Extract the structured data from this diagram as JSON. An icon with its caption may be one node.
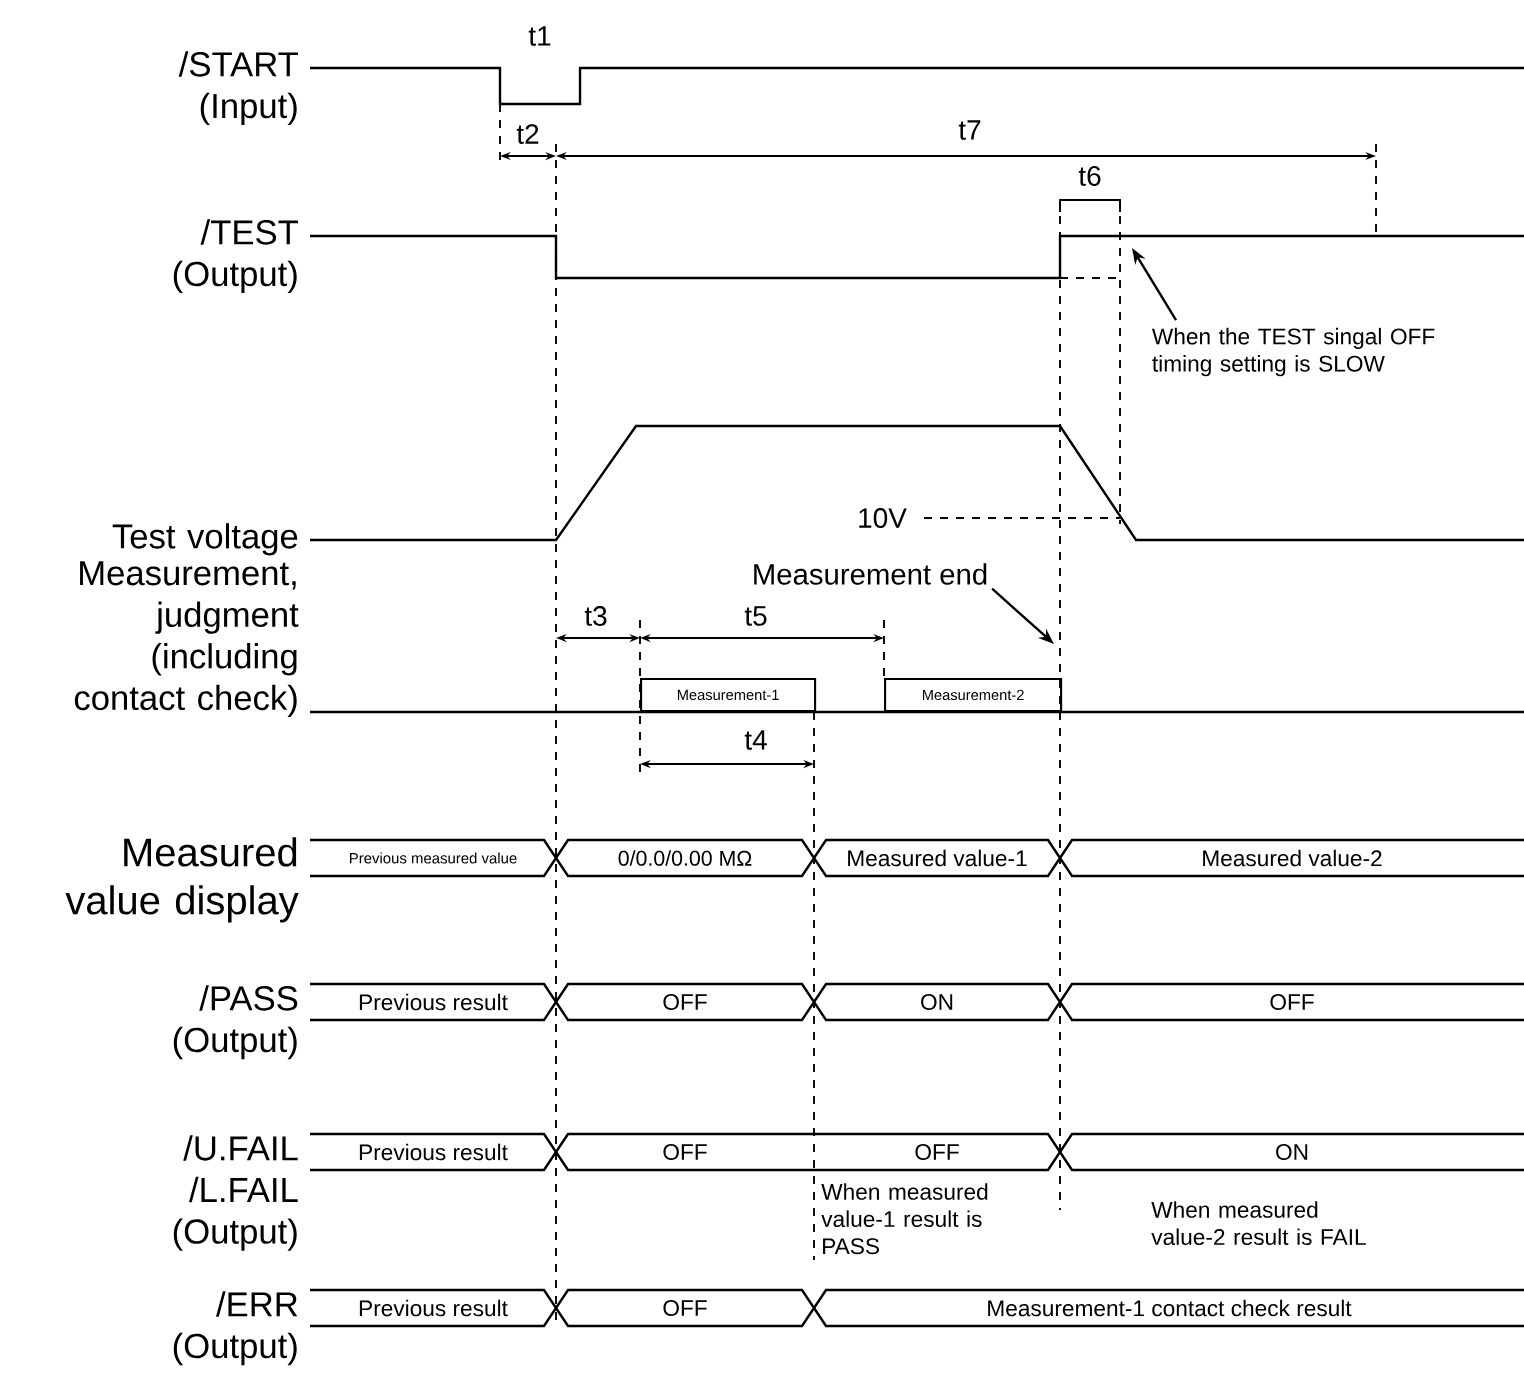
{
  "diagram": {
    "nodes": [
      {
        "text": [
          "When the TEST singal OFF timing setting is SLOW"
        ]
      },
      {
        "text": [
          "Measurement end"
        ]
      },
      {
        "text": [
          "Measurement-1"
        ]
      },
      {
        "text": [
          "Measurement-2"
        ]
      },
      {
        "text": [
          "Previous measured value"
        ]
      },
      {
        "text": [
          "0/0.0/0.00 MΩ"
        ]
      },
      {
        "text": [
          "Measured value-1"
        ]
      },
      {
        "text": [
          "Measured value-2"
        ]
      },
      {
        "text": [
          "Previous result"
        ]
      },
      {
        "text": [
          "OFF"
        ]
      },
      {
        "text": [
          "ON"
        ]
      },
      {
        "text": [
          "OFF"
        ]
      },
      {
        "text": [
          "Previous result"
        ]
      },
      {
        "text": [
          "OFF"
        ]
      },
      {
        "text": [
          "OFF"
        ]
      },
      {
        "text": [
          "ON"
        ]
      },
      {
        "text": [
          "Previous result"
        ]
      },
      {
        "text": [
          "OFF"
        ]
      },
      {
        "text": [
          "Measurement-1 contact check result"
        ]
      }
    ],
    "edges": [
      {
        "from": 0,
        "to": null,
        "arrow": "to"
      },
      {
        "from": 1,
        "to": null,
        "arrow": "to"
      }
    ],
    "labels": [
      "t1",
      "/START (Input)",
      "t2",
      "t7",
      "t6",
      "/TEST (Output)",
      "10V",
      "Test voltage",
      "t3",
      "t5",
      "Measurement, judgment (including contact check)",
      "t4",
      "Measured value display",
      "/PASS (Output)",
      "/U.FAIL /L.FAIL (Output)",
      "When measured value-1 result is PASS",
      "When measured value-2 result is FAIL",
      "/ERR (Output)"
    ]
  }
}
